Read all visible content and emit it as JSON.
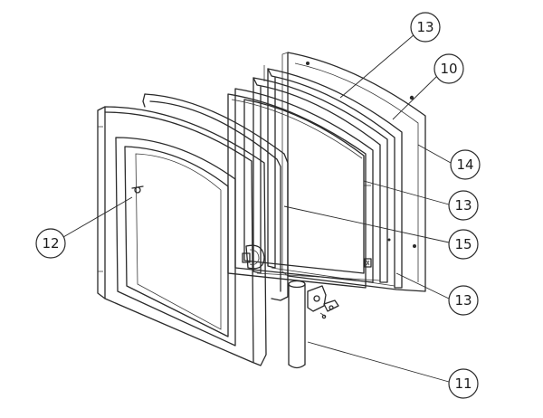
{
  "callouts": [
    {
      "id": "callout-13-top",
      "label": "13"
    },
    {
      "id": "callout-10",
      "label": "10"
    },
    {
      "id": "callout-14",
      "label": "14"
    },
    {
      "id": "callout-13-mid",
      "label": "13"
    },
    {
      "id": "callout-12",
      "label": "12"
    },
    {
      "id": "callout-15",
      "label": "15"
    },
    {
      "id": "callout-13-low",
      "label": "13"
    },
    {
      "id": "callout-11",
      "label": "11"
    }
  ]
}
